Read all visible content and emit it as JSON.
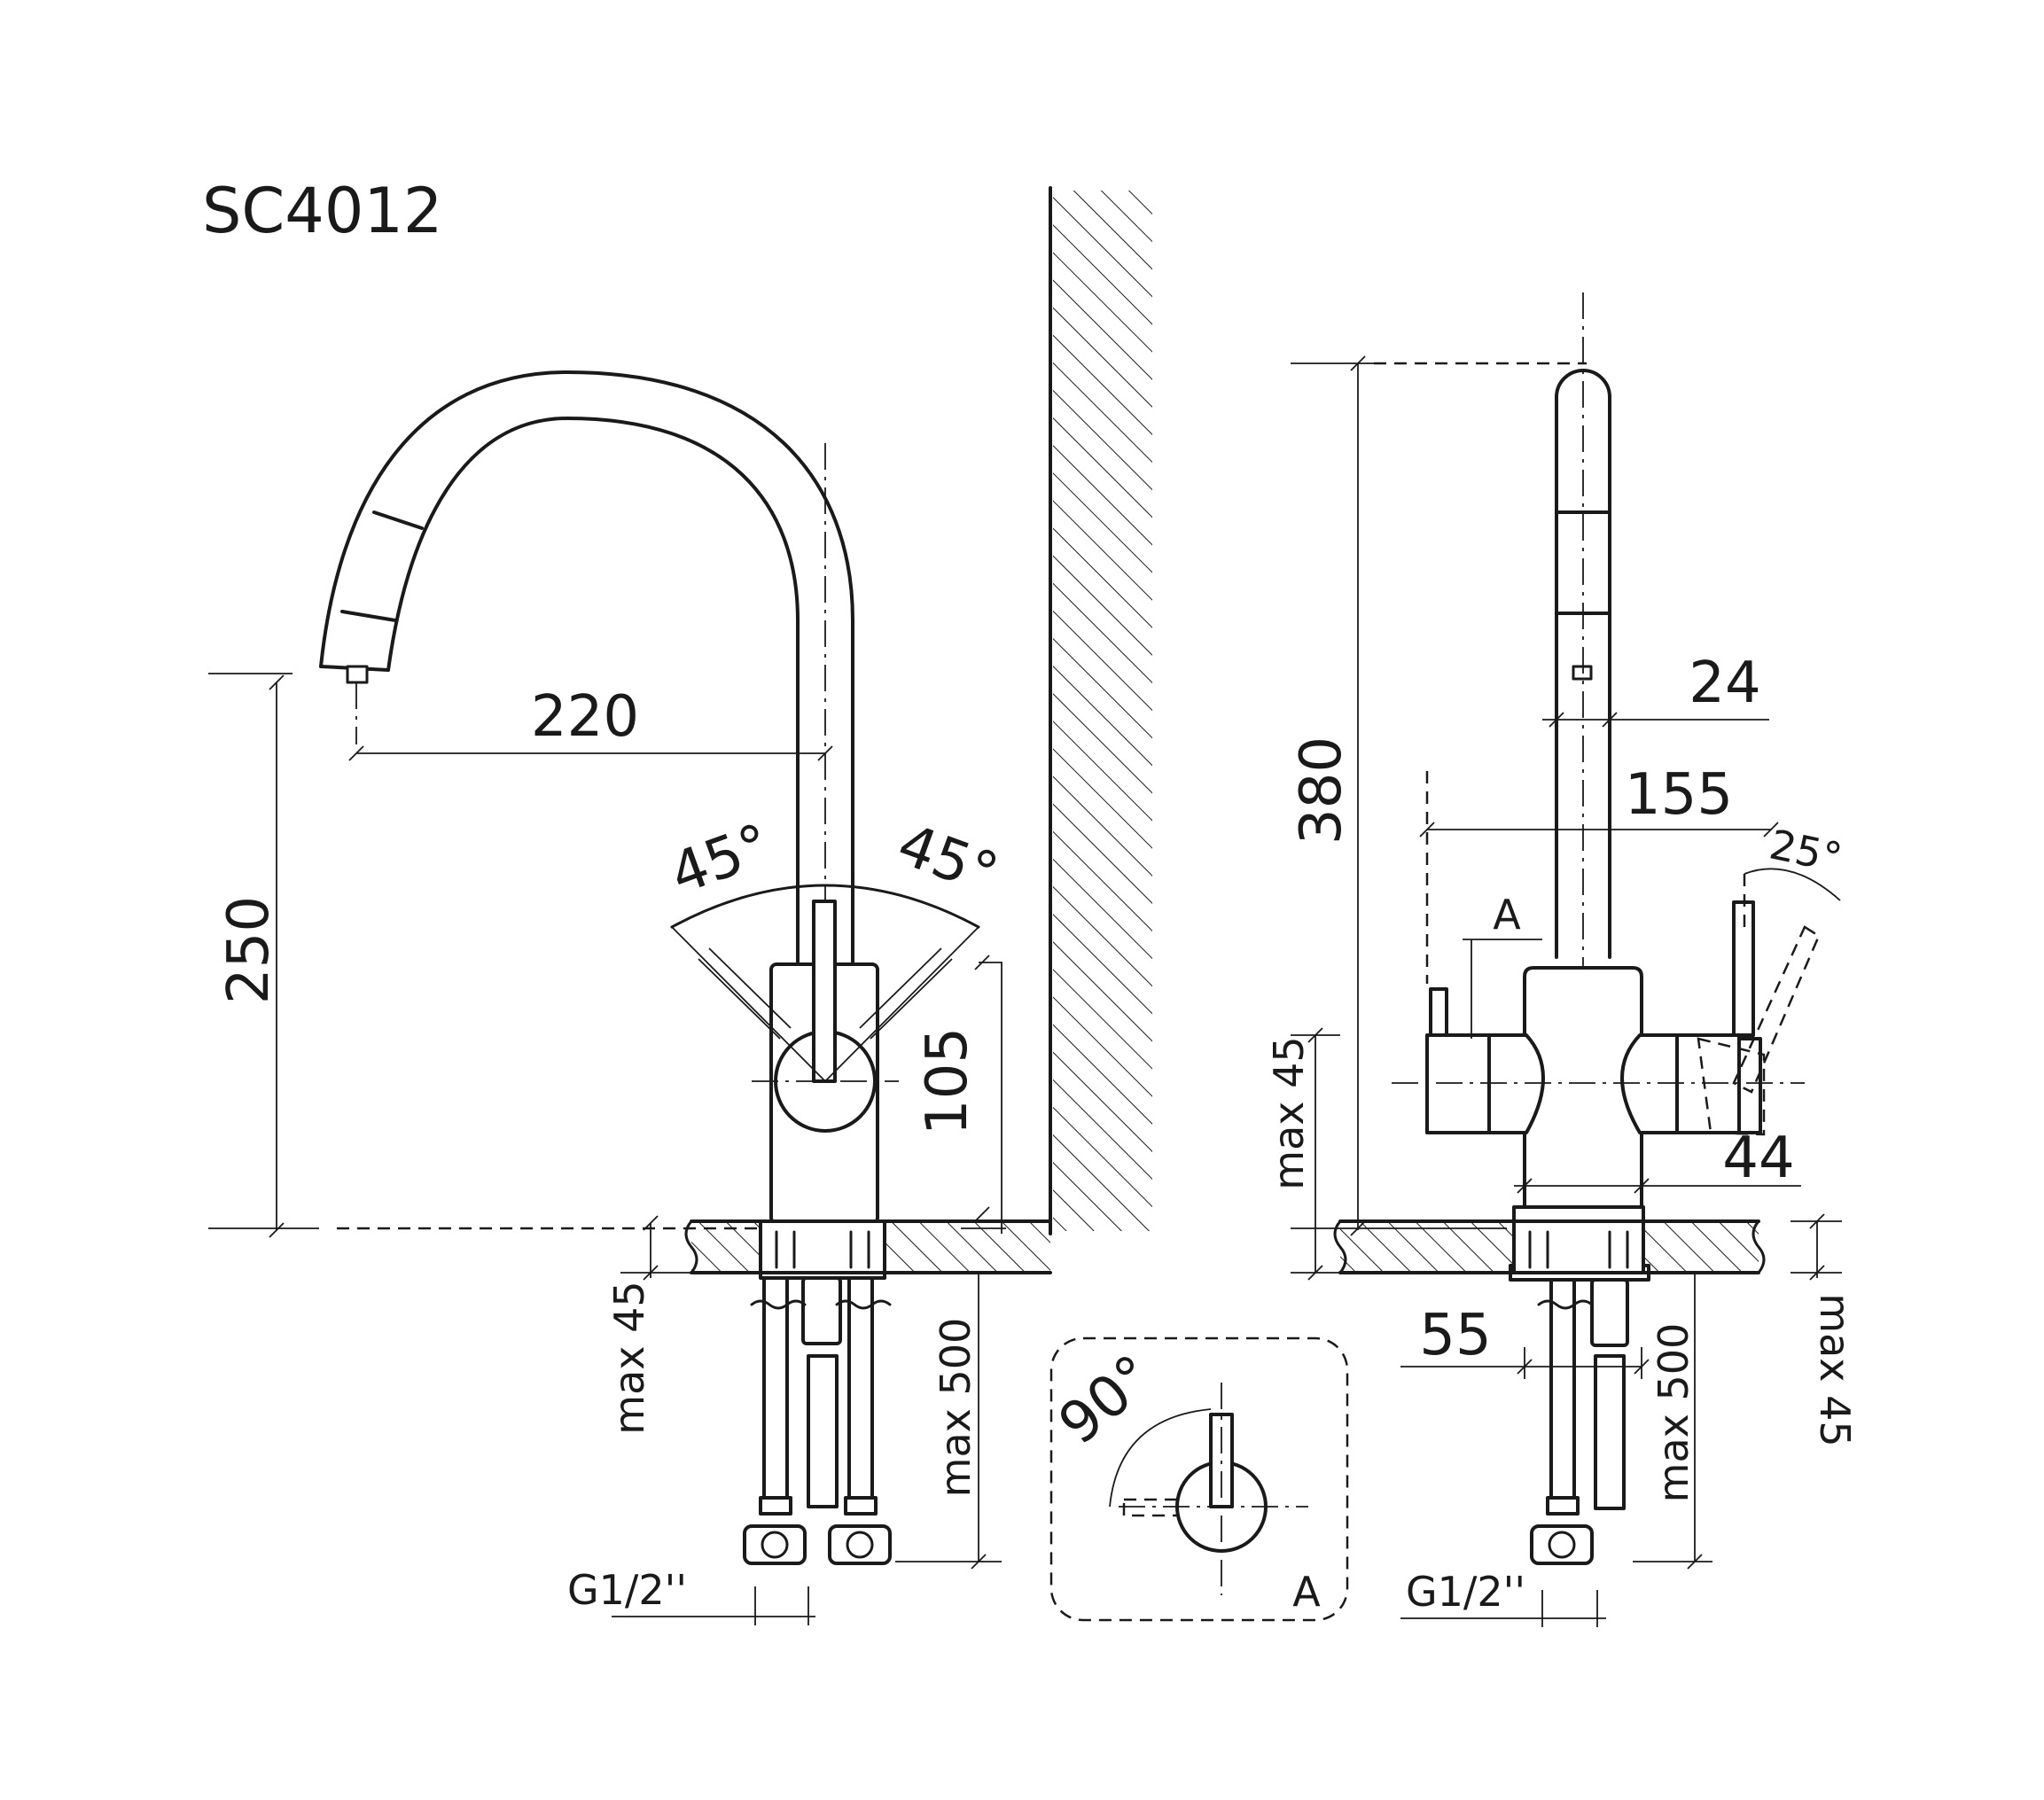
{
  "title": "SC4012",
  "front_view": {
    "reach": "220",
    "spout_height": "250",
    "lever_angle_left": "45°",
    "lever_angle_right": "45°",
    "body_height": "105",
    "deck_thickness": "max 45",
    "hose_length": "max 500",
    "thread": "G1/2''"
  },
  "side_view": {
    "total_height": "380",
    "spout_diameter": "24",
    "handle_width": "155",
    "handle_angle": "25°",
    "body_diameter": "44",
    "body_height": "max 45",
    "base_diameter": "55",
    "hose_length": "max 500",
    "deck_thickness": "max 45",
    "thread": "G1/2''",
    "detail_ref": "A"
  },
  "detail_view": {
    "rotation": "90°",
    "label": "A"
  },
  "colors": {
    "ink": "#1a1a1a",
    "paper": "#ffffff"
  }
}
